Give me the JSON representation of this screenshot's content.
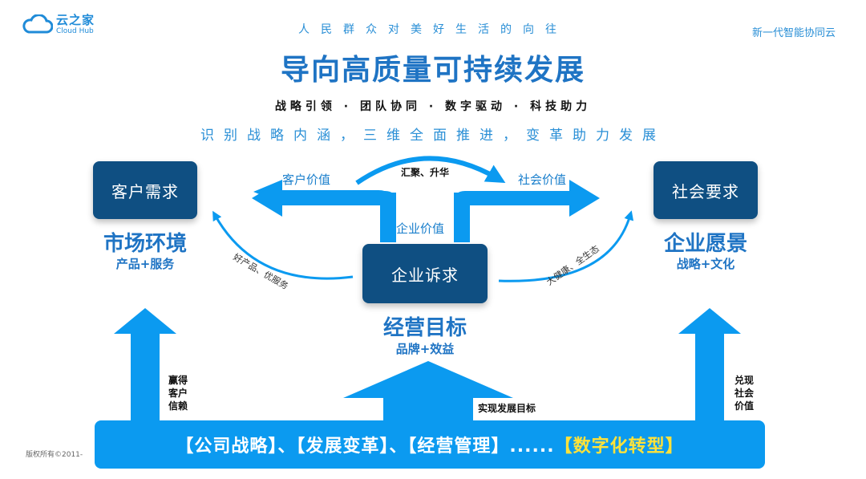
{
  "header": {
    "logo_cn": "云之家",
    "logo_en": "Cloud Hub",
    "slogan": "人民群众对美好生活的向往",
    "brand": "新一代智能协同云"
  },
  "title": "导向高质量可持续发展",
  "pillars": "战略引领 · 团队协同 · 数字驱动 · 科技助力",
  "subtitle": "识别战略内涵，三维全面推进，变革助力发展",
  "left": {
    "box": "客户需求",
    "big": "市场环境",
    "sub": "产品+服务",
    "arrow_label": "客户价值",
    "curve_label": "好产品、优服务",
    "up_label": [
      "赢得",
      "客户",
      "信赖"
    ]
  },
  "right": {
    "box": "社会要求",
    "big": "企业愿景",
    "sub": "战略+文化",
    "arrow_label": "社会价值",
    "curve_label": "大健康、全生态",
    "up_label": [
      "兑现",
      "社会",
      "价值"
    ]
  },
  "center": {
    "box": "企业诉求",
    "big": "经营目标",
    "sub": "品牌+效益",
    "top_curve_label": "汇聚、升华",
    "stem_label": "企业价值",
    "up_label": "实现发展目标"
  },
  "bottom": {
    "text": "【公司战略】、【发展变革】、【经营管理】......",
    "highlight": "【数字化转型】"
  },
  "copyright": "版权所有©2011-",
  "colors": {
    "primary": "#1f74c4",
    "arrow": "#0b9af0",
    "dark_box": "#0f4f82",
    "highlight": "#ffe23a"
  }
}
